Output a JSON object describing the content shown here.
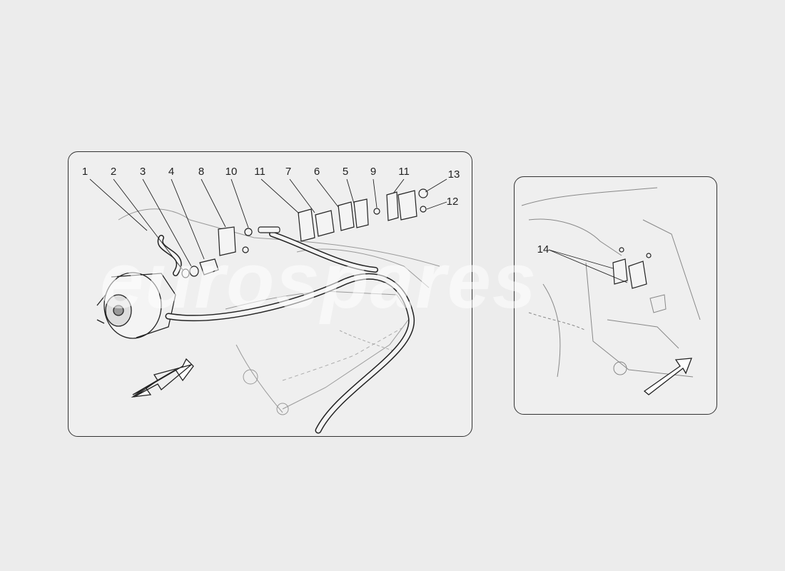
{
  "watermark": {
    "text": "eurospares"
  },
  "main_view": {
    "callouts": [
      {
        "id": "1",
        "text": "1"
      },
      {
        "id": "2",
        "text": "2"
      },
      {
        "id": "3",
        "text": "3"
      },
      {
        "id": "4",
        "text": "4"
      },
      {
        "id": "8",
        "text": "8"
      },
      {
        "id": "10",
        "text": "10"
      },
      {
        "id": "11a",
        "text": "11"
      },
      {
        "id": "7",
        "text": "7"
      },
      {
        "id": "6",
        "text": "6"
      },
      {
        "id": "5",
        "text": "5"
      },
      {
        "id": "9",
        "text": "9"
      },
      {
        "id": "11b",
        "text": "11"
      },
      {
        "id": "13",
        "text": "13"
      },
      {
        "id": "12",
        "text": "12"
      }
    ]
  },
  "inset_view": {
    "callouts": [
      {
        "id": "14",
        "text": "14"
      }
    ]
  },
  "colors": {
    "line": "#2a2a2a",
    "background": "#ececec"
  }
}
